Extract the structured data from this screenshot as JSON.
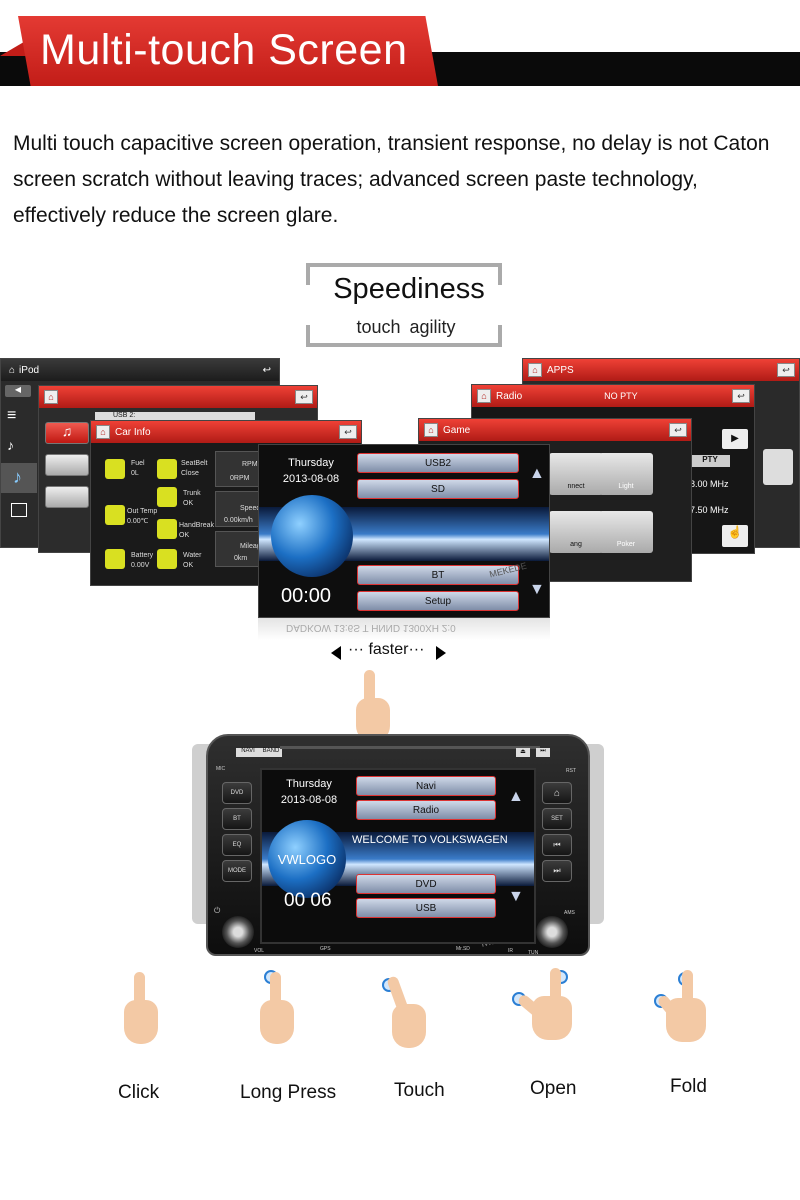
{
  "banner": {
    "title": "Multi-touch Screen"
  },
  "intro": {
    "text": "Multi touch capacitive screen operation, transient response, no delay is not Caton screen scratch without leaving traces; advanced screen paste technology, effectively reduce the screen glare."
  },
  "speediness": {
    "title": "Speediness",
    "subtitle": "touch  agility"
  },
  "screens": {
    "ipod": {
      "title": "iPod"
    },
    "apps": {
      "title": "APPS"
    },
    "radio": {
      "title": "Radio",
      "status": "NO PTY",
      "pty": "PTY",
      "freq1": "8.00 MHz",
      "freq2": "7.50 MHz"
    },
    "game": {
      "title": "Game",
      "items": [
        "nnect",
        "Light",
        "ang",
        "Poker"
      ]
    },
    "music": {
      "usb": "USB 2:"
    },
    "carinfo": {
      "title": "Car Info",
      "cells": [
        {
          "label": "Fuel",
          "value": "0L"
        },
        {
          "label": "SeatBelt",
          "value": "Close"
        },
        {
          "label": "Trunk",
          "value": "OK"
        },
        {
          "label": "Out Temp",
          "value": "0.00℃"
        },
        {
          "label": "HandBreak",
          "value": "OK"
        },
        {
          "label": "Battery",
          "value": "0.00V"
        },
        {
          "label": "Water",
          "value": "OK"
        }
      ],
      "gauges": [
        {
          "label": "RPM",
          "value": "0RPM"
        },
        {
          "label": "Speed",
          "value": "0.00km/h"
        },
        {
          "label": "Mileage",
          "value": "0km"
        }
      ]
    },
    "main": {
      "day": "Thursday",
      "date": "2013-08-08",
      "time": "00:00",
      "buttons": [
        "USB2",
        "SD",
        "BT",
        "Setup"
      ],
      "reflection": "DADKOW 13:6S T HNND 1300XH 2:0",
      "watermark": "MEKEDE"
    }
  },
  "faster": {
    "label": "faster"
  },
  "unit": {
    "top_buttons": [
      "NAVI",
      "BAND"
    ],
    "mic": "MIC",
    "rst": "RST",
    "left_buttons": [
      "DVD",
      "BT",
      "EQ",
      "MODE"
    ],
    "right_buttons": [
      "SET"
    ],
    "bottom_labels": [
      "VOL",
      "GPS",
      "Mr.SD",
      "IR",
      "TUN",
      "AMS"
    ],
    "watermark": "MEKEDE",
    "screen": {
      "day": "Thursday",
      "date": "2013-08-08",
      "time": "00 06",
      "logo": "VWLOGO",
      "welcome": "WELCOME TO VOLKSWAGEN",
      "buttons": [
        "Navi",
        "Radio",
        "DVD",
        "USB"
      ]
    }
  },
  "gestures": [
    {
      "label": "Click"
    },
    {
      "label": "Long Press"
    },
    {
      "label": "Touch"
    },
    {
      "label": "Open"
    },
    {
      "label": "Fold"
    }
  ]
}
